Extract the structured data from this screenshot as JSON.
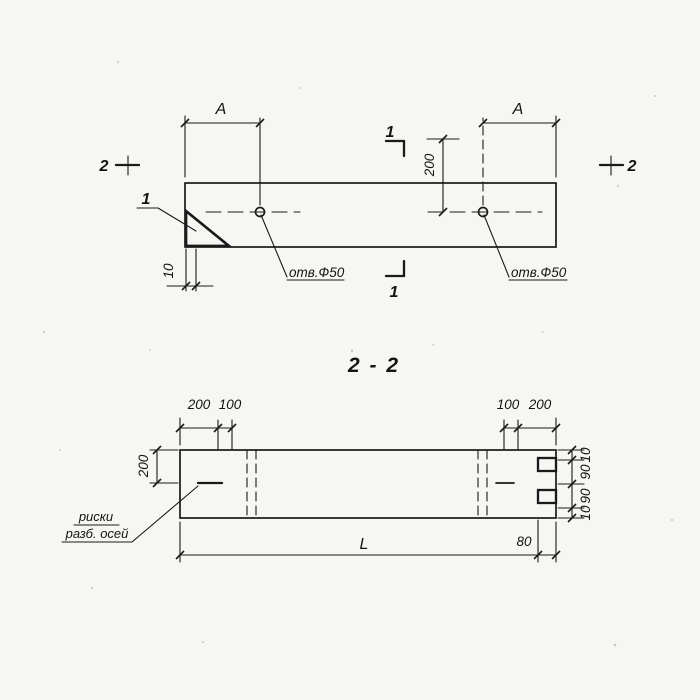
{
  "colors": {
    "paper": "#f6f6f3",
    "ink": "#1a1a1a"
  },
  "top_view": {
    "dim_a_left": "A",
    "dim_a_right": "A",
    "section_mark_2_left": "2",
    "section_mark_2_right": "2",
    "section_mark_1_top": "1",
    "section_mark_1_bottom": "1",
    "dim_200_vertical": "200",
    "dim_10_chamfer": "10",
    "detail_callout": "1",
    "hole_label_left": "отв.Ф50",
    "hole_label_right": "отв.Ф50"
  },
  "section_view": {
    "title": "2 - 2",
    "dim_200_top_left": "200",
    "dim_100_top_left": "100",
    "dim_100_top_right": "100",
    "dim_200_top_right": "200",
    "dim_200_left_side": "200",
    "right_dims": [
      "10",
      "90",
      "90",
      "10"
    ],
    "dim_length": "L",
    "dim_80": "80",
    "axes_note_line1": "риски",
    "axes_note_line2": "разб. осей"
  }
}
